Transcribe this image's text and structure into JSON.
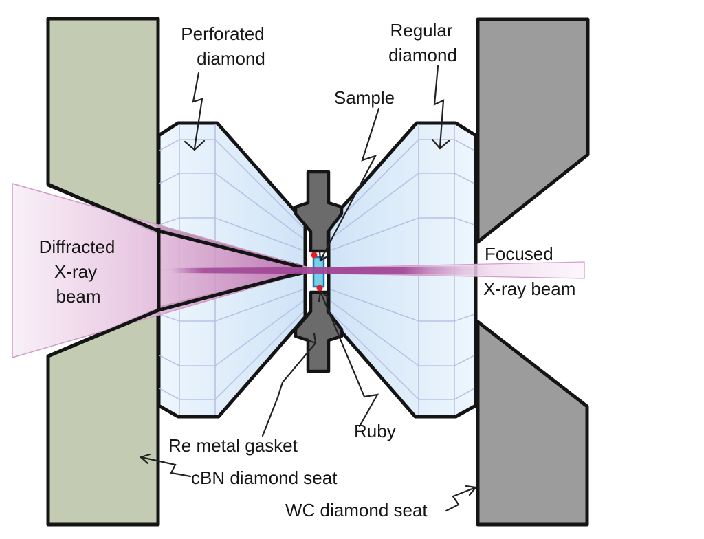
{
  "diagram": {
    "type": "diamond-anvil-cell cross-section schematic",
    "labels": {
      "perforated_diamond_line1": "Perforated",
      "perforated_diamond_line2": "diamond",
      "regular_diamond_line1": "Regular",
      "regular_diamond_line2": "diamond",
      "sample": "Sample",
      "diffracted_line1": "Diffracted",
      "diffracted_line2": "X-ray",
      "diffracted_line3": "beam",
      "focused_line1": "Focused",
      "focused_line2": "X-ray beam",
      "re_metal_gasket": "Re metal gasket",
      "ruby": "Ruby",
      "cbn_seat": "cBN diamond seat",
      "wc_seat": "WC diamond seat"
    },
    "colors": {
      "background": "#ffffff",
      "cbn_seat_green": "#c3ccb2",
      "wc_seat_gray": "#9c9c9c",
      "gasket_gray": "#6b6b6b",
      "diamond_blue_light": "#edf5fc",
      "diamond_blue_deep": "#cfe3f7",
      "facet_line_lavender": "#b3b9e3",
      "beam_magenta_core": "#a04595",
      "beam_pink_light": "#f2dcee",
      "sample_cyan": "#76d0e8",
      "sample_border_blue": "#2272a8",
      "ruby_red": "#e51b28",
      "outline_black": "#141414"
    }
  }
}
